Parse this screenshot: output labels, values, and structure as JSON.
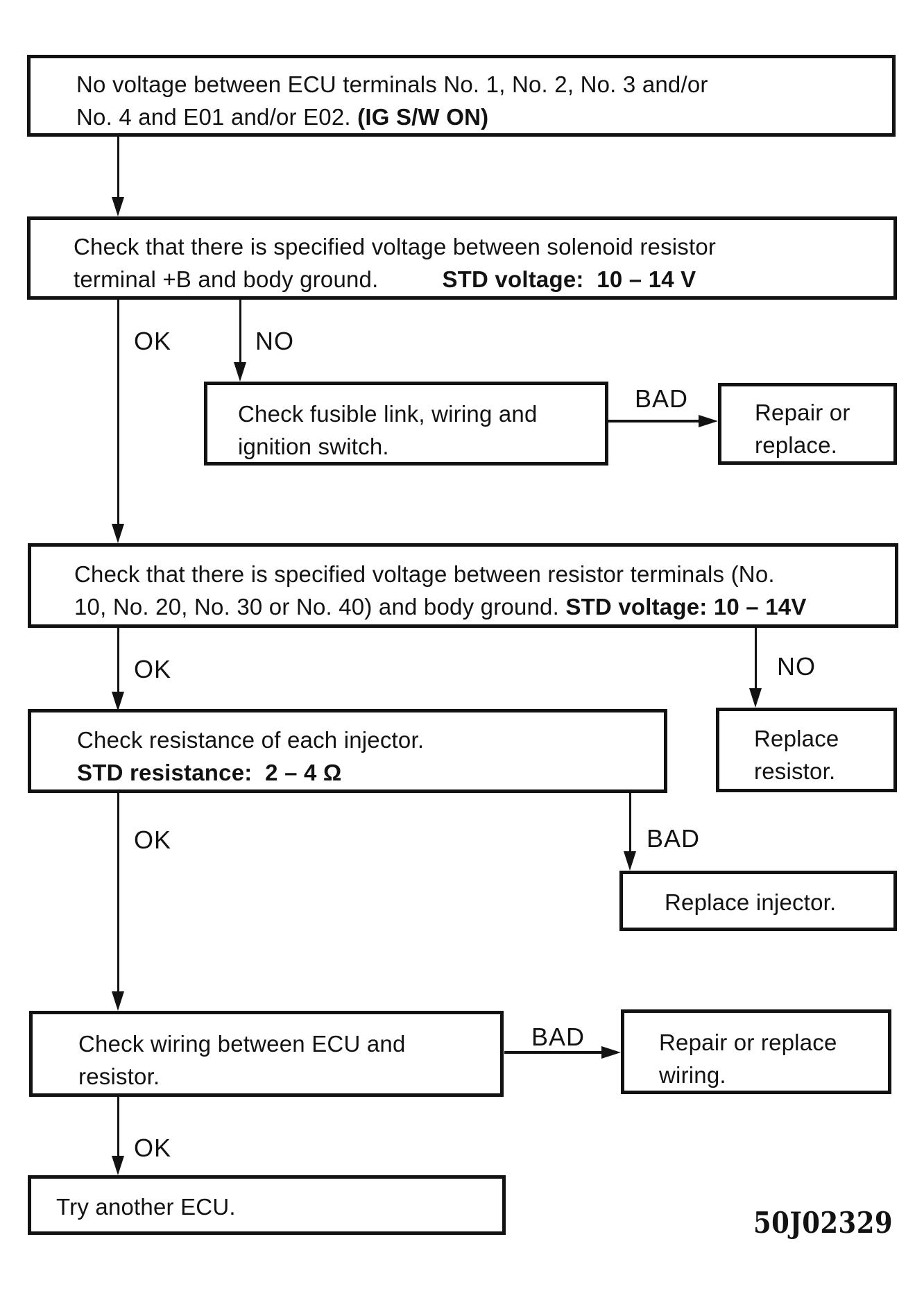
{
  "document": {
    "figure_code": "50J02329"
  },
  "colors": {
    "ink": "#121212",
    "paper": "#ffffff"
  },
  "boxes": {
    "no_voltage": {
      "line1": "No voltage between ECU terminals No. 1, No. 2, No. 3 and/or",
      "line2": "No. 4 and E01 and/or E02. ",
      "line2_bold": "(IG S/W ON)"
    },
    "check_solenoid": {
      "line1": "Check that there is specified voltage between solenoid resistor",
      "line2": "terminal +B and body ground.",
      "std": "STD voltage:  10 – 14 V"
    },
    "check_fusible": {
      "line1": "Check fusible link, wiring and",
      "line2": "ignition switch."
    },
    "repair_replace": {
      "line1": "Repair or",
      "line2": "replace."
    },
    "check_resistor_terminals": {
      "line1": "Check that there is specified voltage between resistor terminals (No.",
      "line2": "10, No. 20, No. 30 or No. 40) and body ground. ",
      "std": "STD voltage: 10 – 14V"
    },
    "replace_resistor": {
      "line1": "Replace",
      "line2": "resistor."
    },
    "check_injector": {
      "line1": "Check resistance of each injector.",
      "std": "STD resistance:  2 – 4 Ω"
    },
    "replace_injector": {
      "line1": "Replace injector."
    },
    "check_wiring": {
      "line1": "Check wiring between ECU and",
      "line2": "resistor."
    },
    "repair_wiring": {
      "line1": "Repair or replace",
      "line2": "wiring."
    },
    "try_ecu": {
      "line1": "Try another ECU."
    }
  },
  "labels": {
    "ok1": "OK",
    "no1": "NO",
    "bad1": "BAD",
    "ok2": "OK",
    "no2": "NO",
    "ok3": "OK",
    "bad2": "BAD",
    "bad3": "BAD",
    "ok4": "OK"
  }
}
